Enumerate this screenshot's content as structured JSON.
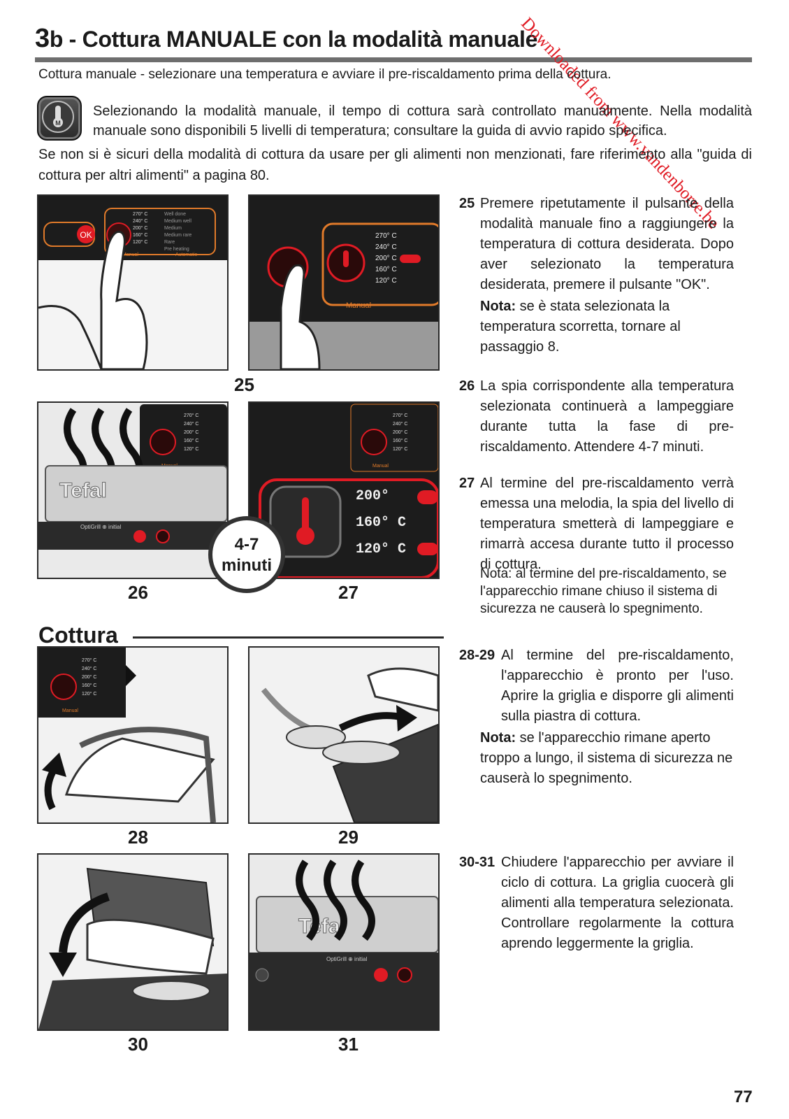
{
  "header": {
    "title_num": "3",
    "title_rest": "b - Cottura MANUALE con la modalità manuale"
  },
  "watermark": "Downloaded from www.vandenborre.be",
  "intro": "Cottura manuale - selezionare una temperatura e avviare il pre-riscaldamento prima della cottura.",
  "manual_mode_para": "Selezionando la modalità manuale, il tempo di cottura sarà controllato manualmente. Nella modalità manuale sono disponibili 5 livelli di temperatura; consultare la guida di avvio rapido specifica.",
  "other_foods_para": "Se non si è sicuri della modalità di cottura da usare per gli alimenti non menzionati, fare riferimento alla \"guida di cottura per altri alimenti\" a pagina 80.",
  "panel": {
    "temps": [
      "270° C",
      "240° C",
      "200° C",
      "160° C",
      "120° C"
    ],
    "levels": [
      "Well done",
      "Medium well",
      "Medium",
      "Medium rare",
      "Rare",
      "Pre heating"
    ],
    "ok": "OK",
    "manual": "Manual",
    "automatic": "Automatic",
    "brand": "Tefal",
    "product": "OptiGrill ⊕ initial",
    "big_temps": [
      "200°",
      "160° C",
      "120° C"
    ]
  },
  "figure_labels": {
    "f25": "25",
    "f26": "26",
    "f27": "27",
    "f28": "28",
    "f29": "29",
    "f30": "30",
    "f31": "31"
  },
  "wait_badge": {
    "line1": "4-7",
    "line2": "minuti"
  },
  "section_cottura": "Cottura",
  "steps": {
    "s25": {
      "num": "25",
      "text": "Premere ripetutamente il pulsante della modalità manuale fino a raggiungere la temperatura di cottura desiderata. Dopo aver selezionato la temperatura desiderata, premere il pulsante \"OK\"."
    },
    "s25_note": {
      "label": "Nota:",
      "text": "se è stata selezionata la temperatura scorretta, tornare al passaggio 8."
    },
    "s26": {
      "num": "26",
      "text": "La spia corrispondente alla temperatura selezionata continuerà a lampeggiare durante tutta la fase di pre-riscaldamento. Attendere 4-7 minuti."
    },
    "s27": {
      "num": "27",
      "text": "Al termine del pre-riscaldamento verrà emessa una melodia, la spia del livello di temperatura smetterà di lampeggiare e rimarrà accesa durante tutto il processo di cottura."
    },
    "s27_note": "Nota: al termine del pre-riscaldamento, se l'apparecchio rimane chiuso il sistema di sicurezza ne causerà lo spegnimento.",
    "s2829": {
      "num": "28-29",
      "text": "Al termine del pre-riscaldamento, l'apparecchio è pronto per l'uso. Aprire la griglia e disporre gli alimenti sulla piastra di cottura."
    },
    "s2829_note": {
      "label": "Nota:",
      "text": "se l'apparecchio rimane aperto troppo a lungo, il sistema di sicurezza ne causerà lo spegnimento."
    },
    "s3031": {
      "num": "30-31",
      "text": "Chiudere l'apparecchio per avviare il ciclo di cottura. La griglia cuocerà gli alimenti alla temperatura selezionata. Controllare regolarmente la cottura aprendo leggermente la griglia."
    }
  },
  "page_number": "77",
  "colors": {
    "accent_red": "#e01b24",
    "panel_dark": "#1c1c1c",
    "panel_orange": "#e07a2a"
  }
}
